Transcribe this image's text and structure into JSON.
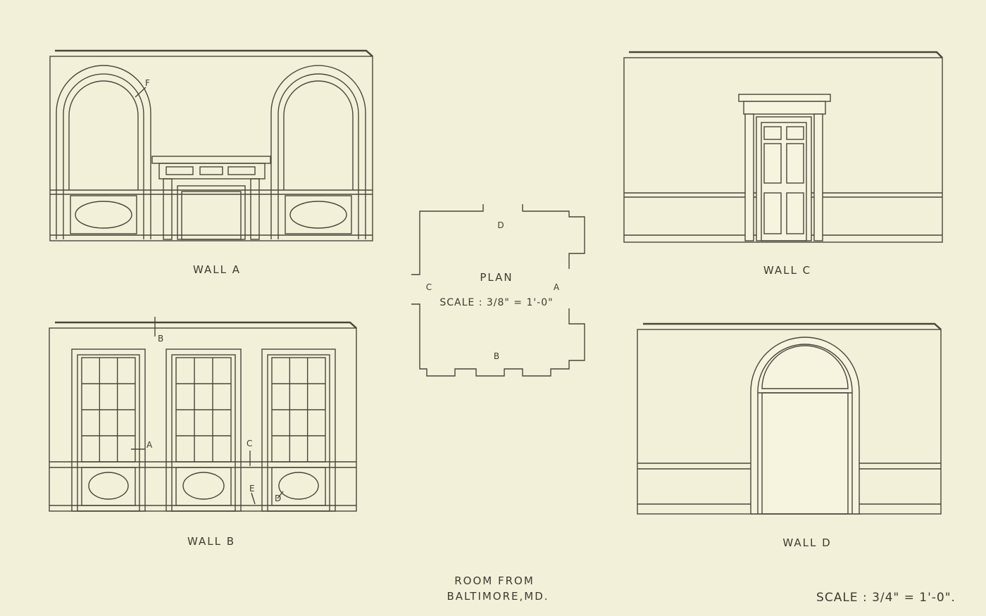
{
  "walls": {
    "a": {
      "label": "WALL A",
      "marker_f": "F"
    },
    "b": {
      "label": "WALL B",
      "marker_b": "B",
      "marker_a": "A",
      "marker_c": "C",
      "marker_e": "E",
      "marker_d": "D"
    },
    "c": {
      "label": "WALL C"
    },
    "d": {
      "label": "WALL D"
    }
  },
  "plan": {
    "title": "PLAN",
    "scale": "SCALE : 3/8\" = 1'-0\"",
    "side_a": "A",
    "side_b": "B",
    "side_c": "C",
    "side_d": "D"
  },
  "caption": {
    "line1": "ROOM FROM",
    "line2": "BALTIMORE,MD."
  },
  "scale_note": "SCALE : 3/4\" = 1'-0\"."
}
